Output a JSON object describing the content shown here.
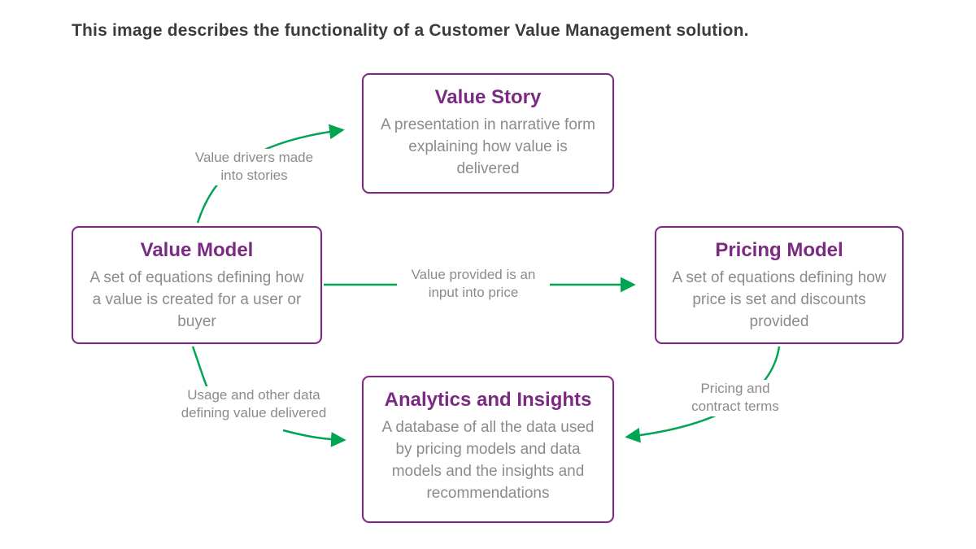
{
  "title": "This image describes the functionality of a Customer Value Management solution.",
  "colors": {
    "purple": "#7b2a83",
    "green": "#00a551",
    "gray_text": "#8b8b8e",
    "title_text": "#3c3c3c"
  },
  "nodes": {
    "value_story": {
      "title": "Value Story",
      "description": "A presentation in narrative form explaining how value is delivered"
    },
    "value_model": {
      "title": "Value Model",
      "description": "A set of equations defining how a value is created for a user or buyer"
    },
    "pricing_model": {
      "title": "Pricing Model",
      "description": "A set of equations defining how price is set and discounts provided"
    },
    "analytics": {
      "title": "Analytics and Insights",
      "description": "A database of all the data used by pricing models and data models and the insights and recommendations"
    }
  },
  "edges": {
    "model_to_story": {
      "label": "Value drivers made into stories"
    },
    "model_to_pricing": {
      "label": "Value provided is an input into price"
    },
    "model_to_analytics": {
      "label": "Usage and other data defining value delivered"
    },
    "pricing_to_analytics": {
      "label": "Pricing and contract terms"
    }
  }
}
